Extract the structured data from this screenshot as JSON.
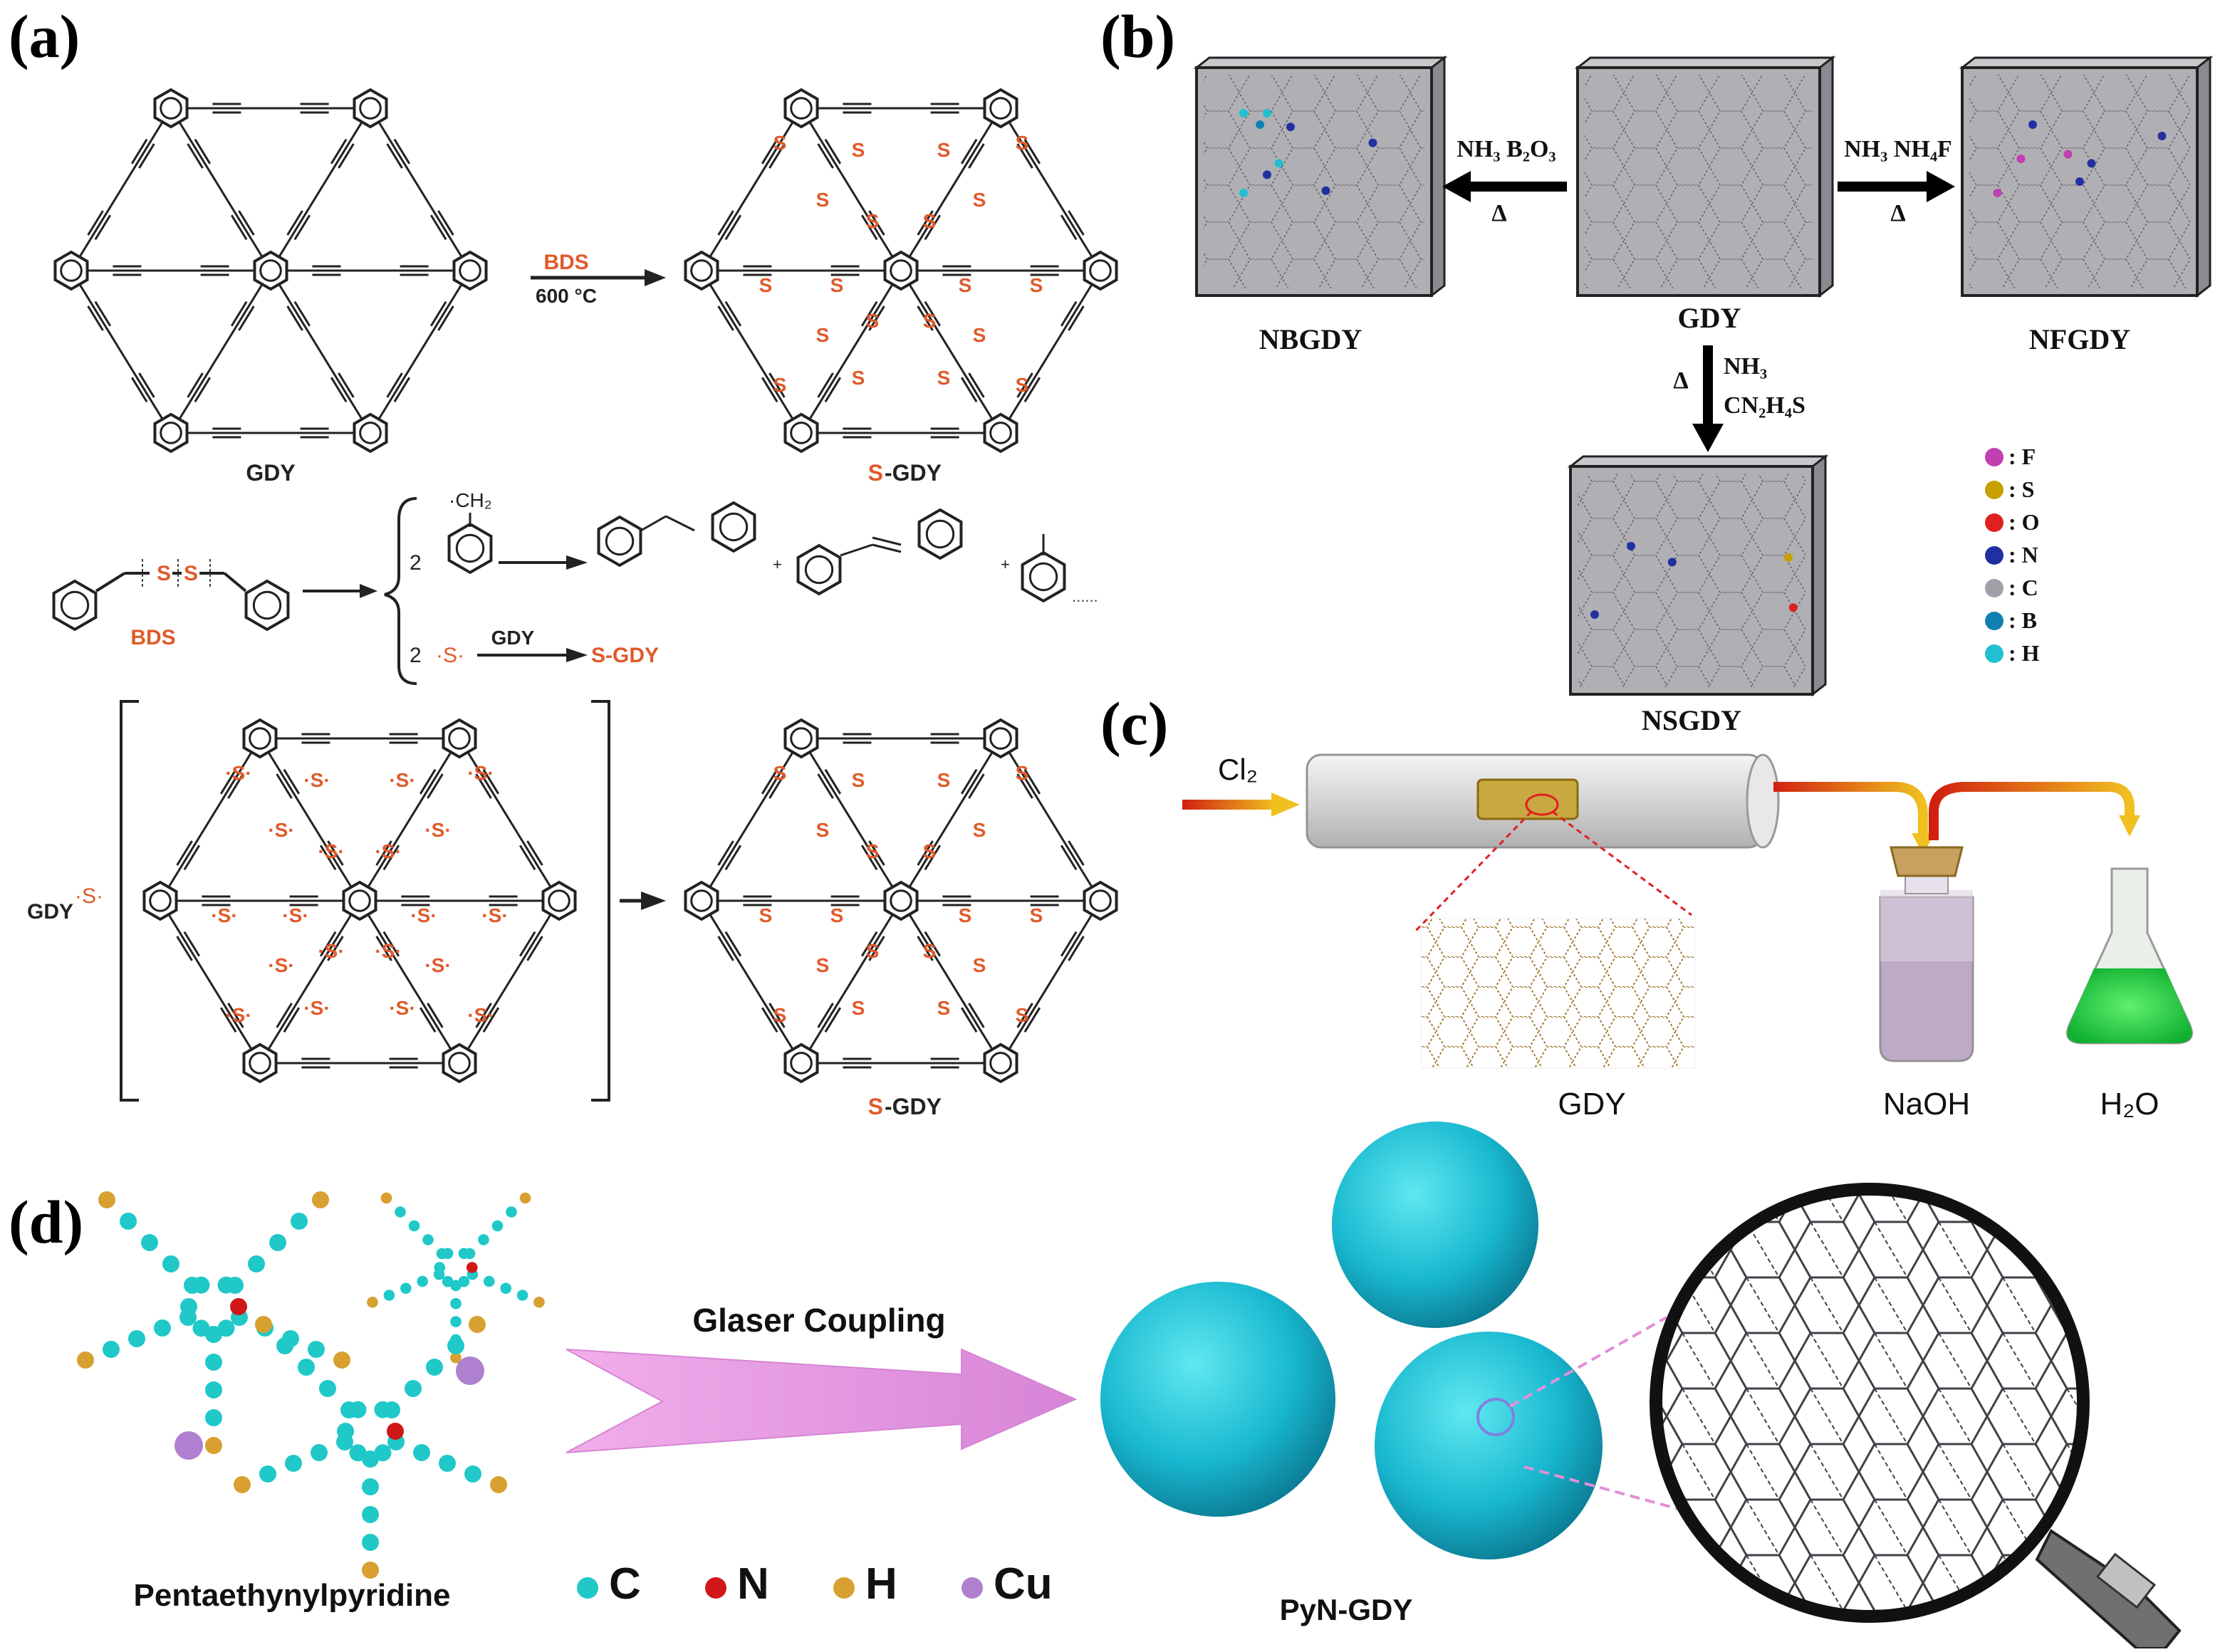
{
  "panels": {
    "a": {
      "label": "(a)",
      "gdy_label": "GDY",
      "sgdy_prefix": "S",
      "sgdy_suffix": "-GDY",
      "reagent": "BDS",
      "condition": "600 °C",
      "bds_label": "BDS",
      "coef_1": "2",
      "coef_2": "2",
      "radical_s": "·S·",
      "gdy_over_arrow": "GDY",
      "s_gdy_product": "S-GDY",
      "ch2_label": "·CH₂",
      "plus": "+",
      "ellipsis": "......",
      "gdy_s_left": "GDY",
      "s_atom": "S",
      "s_radical": "·S·"
    },
    "b": {
      "label": "(b)",
      "left_reagents": "NH₃ B₂O₃",
      "right_reagents": "NH₃ NH₄F",
      "down_reagents_1": "NH₃",
      "down_reagents_2": "CN₂H₄S",
      "delta": "Δ",
      "box_center": "GDY",
      "box_left": "NBGDY",
      "box_right": "NFGDY",
      "box_bottom": "NSGDY",
      "legend": [
        {
          "symbol": ": F",
          "color": "#c040b0"
        },
        {
          "symbol": ": S",
          "color": "#c8a000"
        },
        {
          "symbol": ": O",
          "color": "#e02020"
        },
        {
          "symbol": ": N",
          "color": "#2030a0"
        },
        {
          "symbol": ": C",
          "color": "#a0a0a8"
        },
        {
          "symbol": ": B",
          "color": "#1080b0"
        },
        {
          "symbol": ": H",
          "color": "#20c0d0"
        }
      ]
    },
    "c": {
      "label": "(c)",
      "gas": "Cl₂",
      "gdy": "GDY",
      "naoh": "NaOH",
      "h2o": "H₂O"
    },
    "d": {
      "label": "(d)",
      "reaction": "Glaser Coupling",
      "monomer": "Pentaethynylpyridine",
      "product": "PyN-GDY",
      "legend": [
        {
          "symbol": "C",
          "color": "#20c8c8"
        },
        {
          "symbol": "N",
          "color": "#d01818"
        },
        {
          "symbol": "H",
          "color": "#d8a030"
        },
        {
          "symbol": "Cu",
          "color": "#b080d0"
        }
      ]
    }
  }
}
